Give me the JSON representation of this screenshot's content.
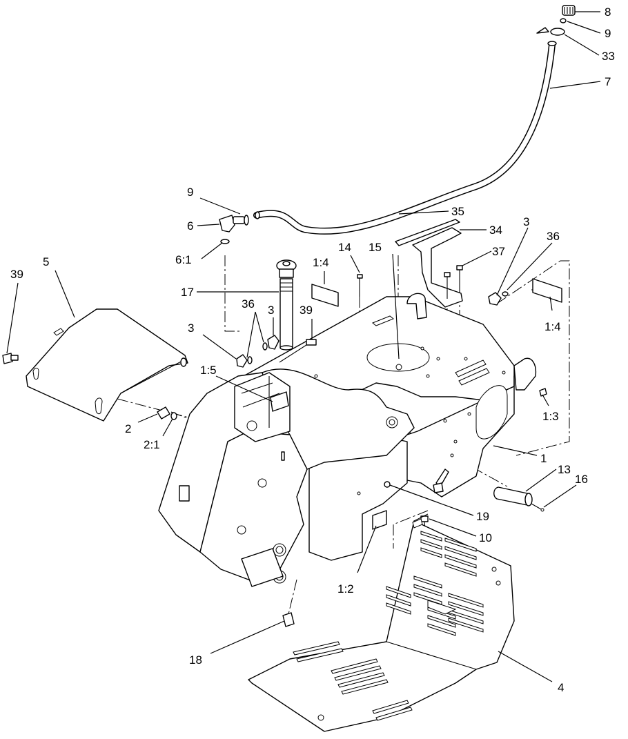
{
  "callouts": [
    {
      "id": "c8",
      "text": "8"
    },
    {
      "id": "c9a",
      "text": "9"
    },
    {
      "id": "c33",
      "text": "33"
    },
    {
      "id": "c7",
      "text": "7"
    },
    {
      "id": "c9b",
      "text": "9"
    },
    {
      "id": "c6",
      "text": "6"
    },
    {
      "id": "c61",
      "text": "6:1"
    },
    {
      "id": "c35",
      "text": "35"
    },
    {
      "id": "c34",
      "text": "34"
    },
    {
      "id": "c3a",
      "text": "3"
    },
    {
      "id": "c36a",
      "text": "36"
    },
    {
      "id": "c37",
      "text": "37"
    },
    {
      "id": "c39a",
      "text": "39"
    },
    {
      "id": "c5",
      "text": "5"
    },
    {
      "id": "c14",
      "text": "14"
    },
    {
      "id": "c15",
      "text": "15"
    },
    {
      "id": "c14b",
      "text": "1:4"
    },
    {
      "id": "c17",
      "text": "17"
    },
    {
      "id": "c36b",
      "text": "36"
    },
    {
      "id": "c3b",
      "text": "3"
    },
    {
      "id": "c39b",
      "text": "39"
    },
    {
      "id": "c3c",
      "text": "3"
    },
    {
      "id": "c14c",
      "text": "1:4"
    },
    {
      "id": "c15b",
      "text": "1:5"
    },
    {
      "id": "c2",
      "text": "2"
    },
    {
      "id": "c21",
      "text": "2:1"
    },
    {
      "id": "c13b",
      "text": "1:3"
    },
    {
      "id": "c1",
      "text": "1"
    },
    {
      "id": "c13",
      "text": "13"
    },
    {
      "id": "c16",
      "text": "16"
    },
    {
      "id": "c19",
      "text": "19"
    },
    {
      "id": "c10",
      "text": "10"
    },
    {
      "id": "c12",
      "text": "1:2"
    },
    {
      "id": "c18",
      "text": "18"
    },
    {
      "id": "c4",
      "text": "4"
    }
  ]
}
